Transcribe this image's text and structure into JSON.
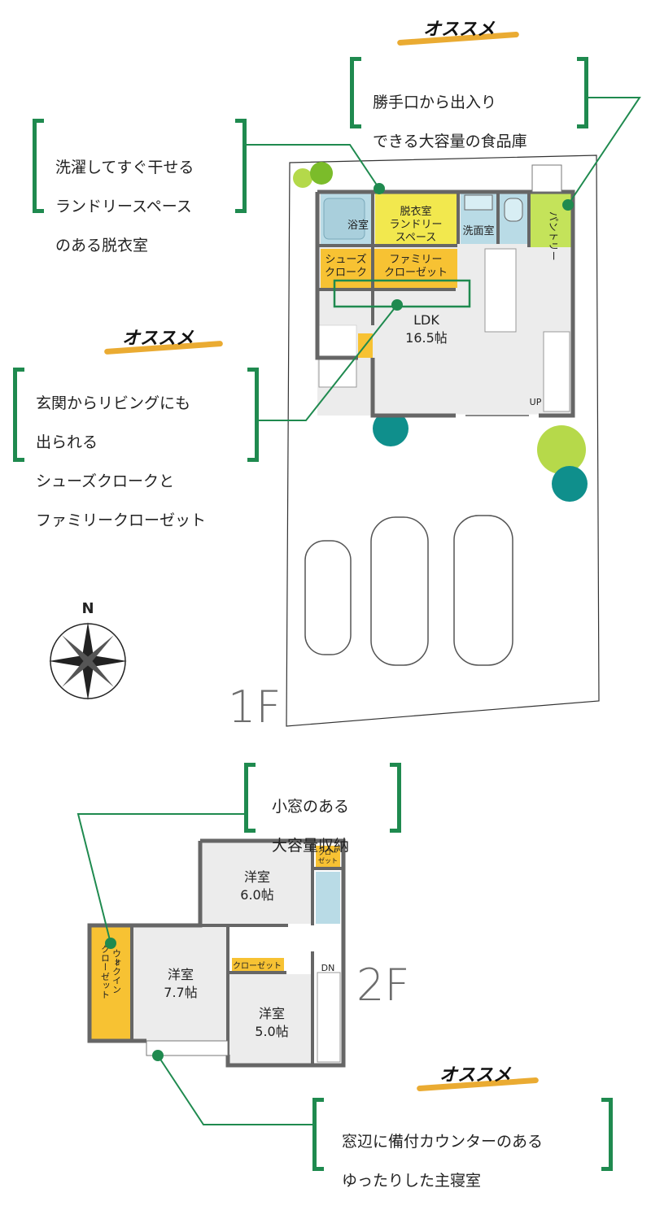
{
  "floors": {
    "first": "1F",
    "second": "2F"
  },
  "compass": {
    "north": "N"
  },
  "osusume_label": "オススメ",
  "callouts": {
    "pantry": {
      "lines": [
        "勝手口から出入り",
        "できる大容量の食品庫"
      ]
    },
    "laundry": {
      "lines": [
        "洗濯してすぐ干せる",
        "ランドリースペース",
        "のある脱衣室"
      ]
    },
    "entrance": {
      "lines": [
        "玄関からリビングにも",
        "出られる",
        "シューズクローク",
        "ファミリークローゼット"
      ],
      "joiner": "と"
    },
    "storage": {
      "lines": [
        "小窓のある",
        "大容量収納"
      ]
    },
    "bedroom": {
      "lines": [
        "窓辺に備付カウンターのある",
        "ゆったりした主寝室"
      ]
    }
  },
  "rooms_1f": {
    "bath": "浴室",
    "dressing": [
      "脱衣室",
      "ランドリー",
      "スペース"
    ],
    "washroom": "洗面室",
    "pantry": "パントリー",
    "shoes_closet": [
      "シューズ",
      "クローク"
    ],
    "family_closet": [
      "ファミリー",
      "クローゼット"
    ],
    "ldk": [
      "LDK",
      "16.5帖"
    ],
    "up": "UP"
  },
  "rooms_2f": {
    "room1": [
      "洋室",
      "6.0帖"
    ],
    "room2": [
      "洋室",
      "7.7帖"
    ],
    "room3": [
      "洋室",
      "5.0帖"
    ],
    "closet_small": [
      "クロー",
      "ゼット"
    ],
    "closet": "クローゼット",
    "walkin": [
      "ウォ",
      "ークイン",
      "クロー",
      "ゼット"
    ],
    "dn": "DN"
  },
  "colors": {
    "wall": "#6a6a6a",
    "yellow": "#f2e84e",
    "orange": "#f7c233",
    "water": "#b9dbe6",
    "pantry": "#c4e35a",
    "green_line": "#1f8a4f",
    "floor": "#ececec"
  }
}
